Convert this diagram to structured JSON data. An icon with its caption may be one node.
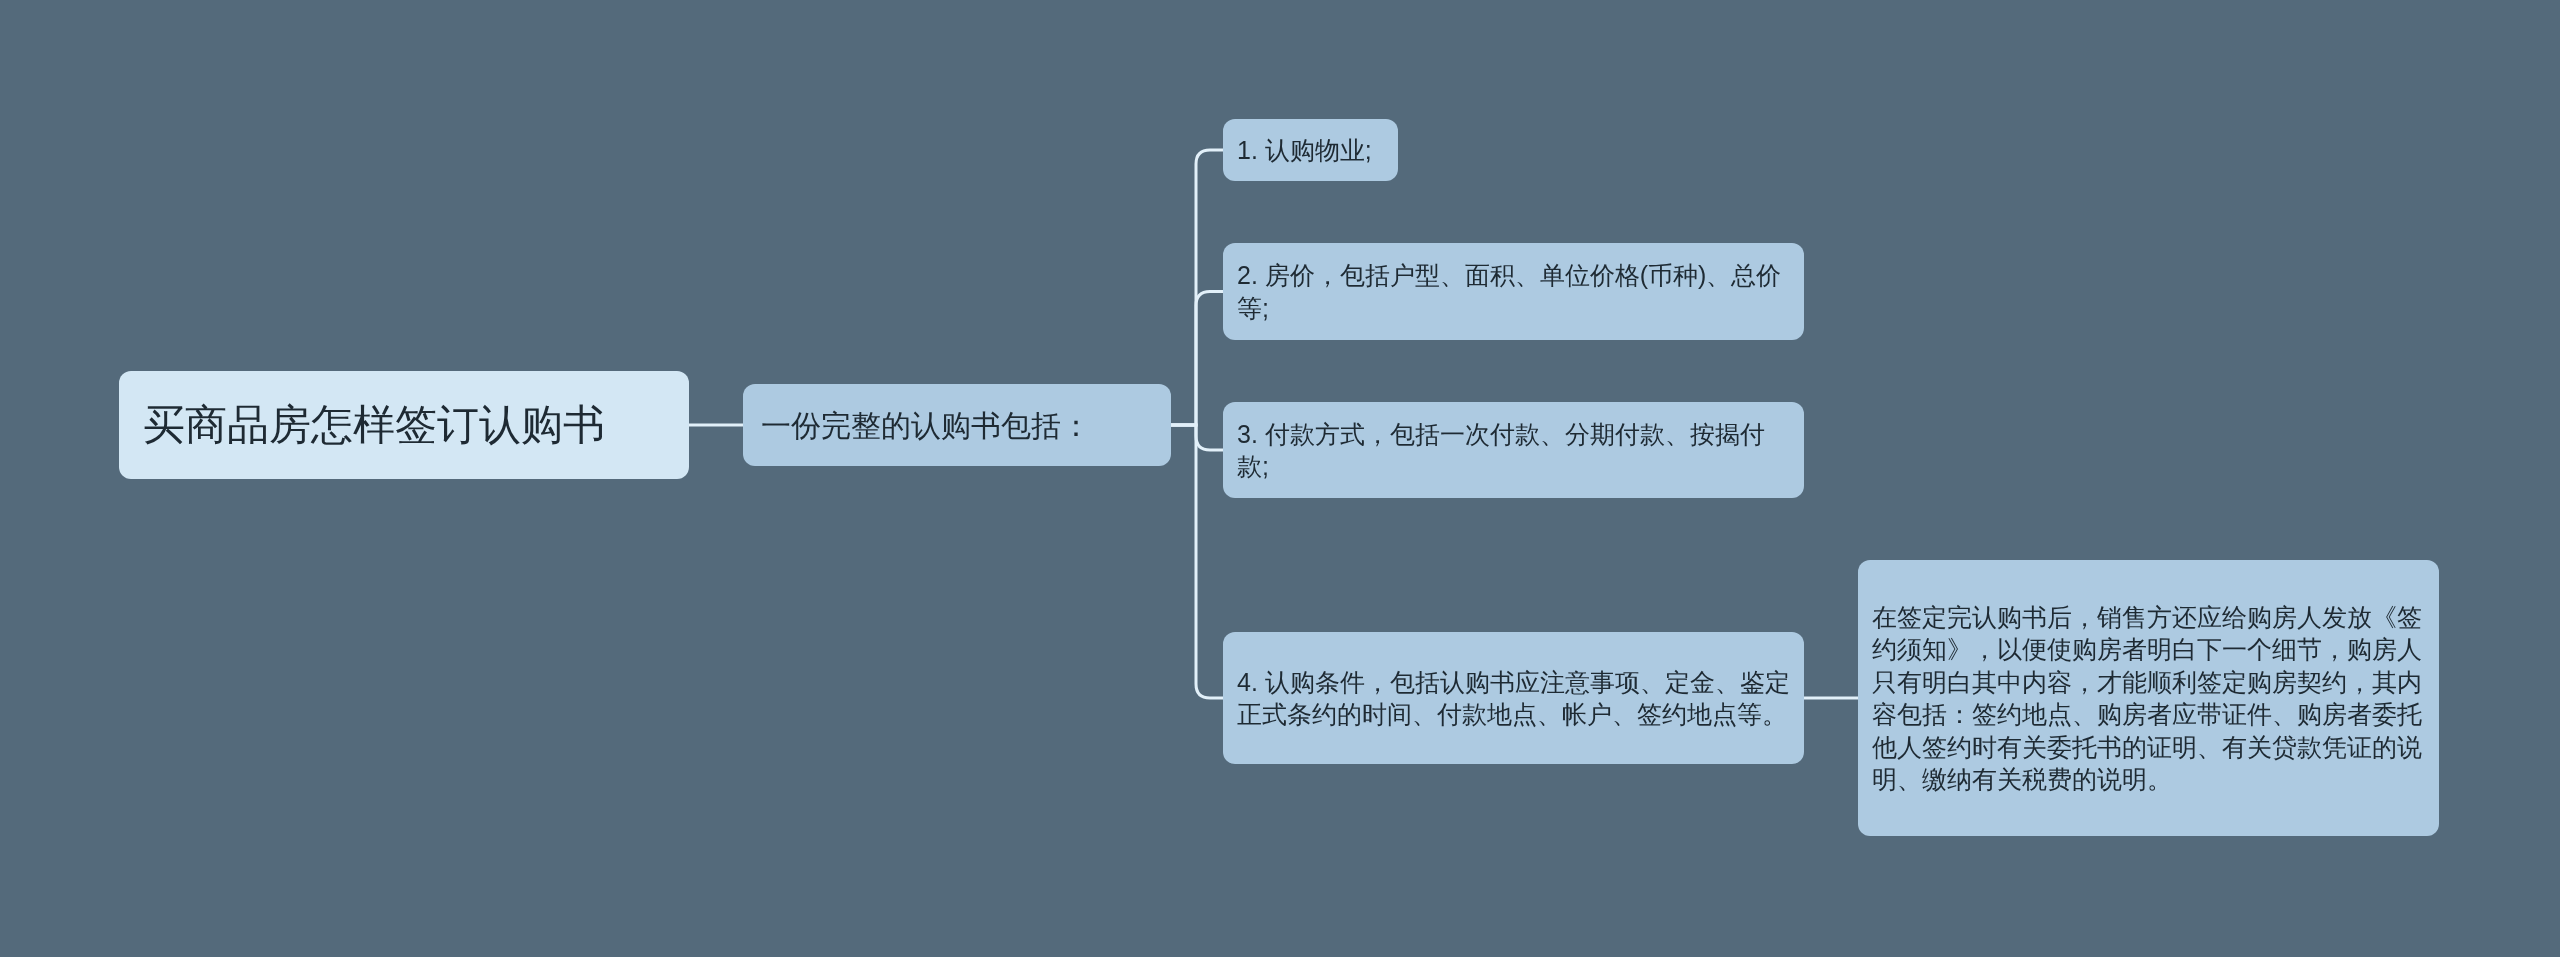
{
  "diagram": {
    "nodes": [
      {
        "text": [
          "买商品房怎样签订认购书"
        ]
      },
      {
        "text": [
          "一份完整的认购书包括："
        ]
      },
      {
        "text": [
          "1. 认购物业;"
        ]
      },
      {
        "text": [
          "2. 房价，包括户型、面积、单位价格(币种)、总价等;"
        ]
      },
      {
        "text": [
          "3. 付款方式，包括一次付款、分期付款、按揭付款;"
        ]
      },
      {
        "text": [
          "4. 认购条件，包括认购书应注意事项、定金、鉴定正式条约的时间、付款地点、帐户、签约地点等。"
        ]
      },
      {
        "text": [
          "在签定完认购书后，销售方还应给购房人发放《签约须知》，以便使购房者明白下一个细节，购房人只有明白其中内容，才能顺利签定购房契约，其内容包括：签约地点、购房者应带证件、购房者委托他人签约时有关委托书的证明、有关贷款凭证的说明、缴纳有关税费的说明。"
        ]
      }
    ],
    "edges": [
      {
        "from": 0,
        "to": 1,
        "arrow": "none"
      },
      {
        "from": 1,
        "to": 2,
        "arrow": "none"
      },
      {
        "from": 1,
        "to": 3,
        "arrow": "none"
      },
      {
        "from": 1,
        "to": 4,
        "arrow": "none"
      },
      {
        "from": 1,
        "to": 5,
        "arrow": "none"
      },
      {
        "from": 5,
        "to": 6,
        "arrow": "none"
      }
    ]
  }
}
